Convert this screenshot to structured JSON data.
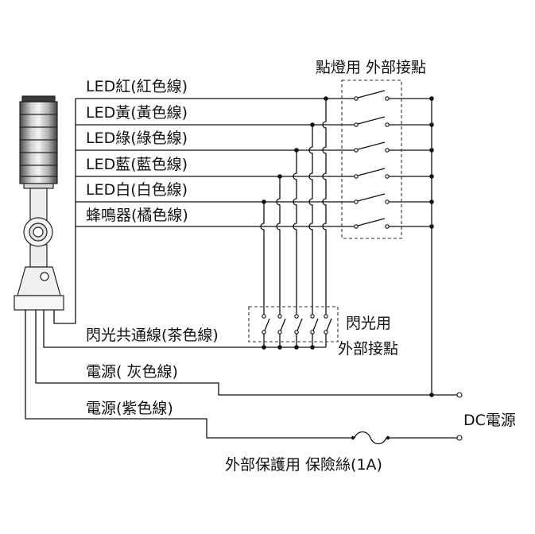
{
  "diagram": {
    "title": "點燈用 外部接點",
    "signal_wires": [
      {
        "label": "LED紅(紅色線)"
      },
      {
        "label": "LED黃(黃色線)"
      },
      {
        "label": "LED綠(綠色線)"
      },
      {
        "label": "LED藍(藍色線)"
      },
      {
        "label": "LED白(白色線)"
      },
      {
        "label": "蜂鳴器(橘色線)"
      }
    ],
    "flash_common": {
      "label": "閃光共通線(茶色線)"
    },
    "flash_contacts": {
      "label_line1": "閃光用",
      "label_line2": "外部接點"
    },
    "power_gray": {
      "label": "電源( 灰色線)"
    },
    "power_purple": {
      "label": "電源(紫色線)"
    },
    "dc_supply": {
      "label": "DC電源"
    },
    "fuse": {
      "label": "外部保護用 保險絲(1A)"
    }
  }
}
